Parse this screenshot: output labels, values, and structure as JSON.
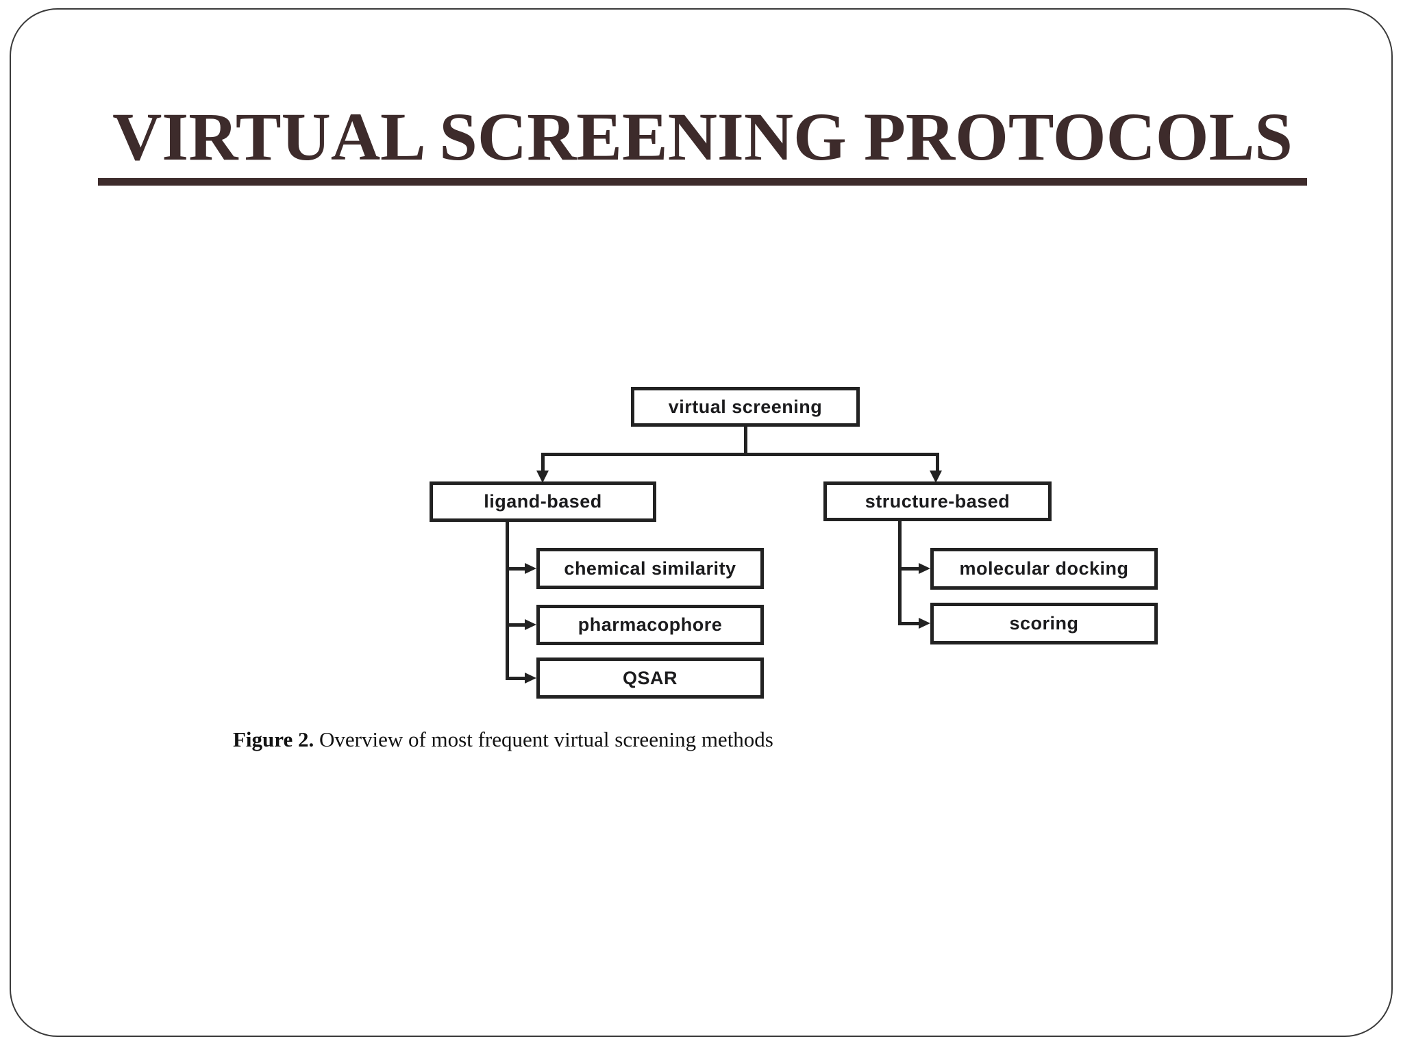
{
  "slide": {
    "title": "VIRTUAL SCREENING PROTOCOLS",
    "caption": {
      "prefix": "Figure 2.",
      "text": " Overview of most frequent virtual screening methods"
    }
  },
  "diagram": {
    "nodes": [
      {
        "id": "virtual-screening",
        "label": "virtual screening"
      },
      {
        "id": "ligand-based",
        "label": "ligand-based"
      },
      {
        "id": "structure-based",
        "label": "structure-based"
      },
      {
        "id": "chemical-similarity",
        "label": "chemical similarity"
      },
      {
        "id": "pharmacophore",
        "label": "pharmacophore"
      },
      {
        "id": "qsar",
        "label": "QSAR"
      },
      {
        "id": "molecular-docking",
        "label": "molecular docking"
      },
      {
        "id": "scoring",
        "label": "scoring"
      }
    ],
    "edges": [
      {
        "from": "virtual-screening",
        "to": "ligand-based"
      },
      {
        "from": "virtual-screening",
        "to": "structure-based"
      },
      {
        "from": "ligand-based",
        "to": "chemical-similarity"
      },
      {
        "from": "ligand-based",
        "to": "pharmacophore"
      },
      {
        "from": "ligand-based",
        "to": "qsar"
      },
      {
        "from": "structure-based",
        "to": "molecular-docking"
      },
      {
        "from": "structure-based",
        "to": "scoring"
      }
    ]
  },
  "colors": {
    "title": "#3d2b2b",
    "diagram_line": "#222222",
    "node_border": "#222222",
    "node_text": "#1b1b1d",
    "caption_text": "#121212",
    "slide_border": "#3a3a3a",
    "background": "#ffffff"
  }
}
